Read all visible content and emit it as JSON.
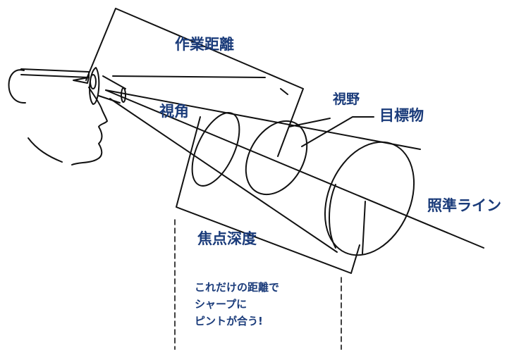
{
  "labels": {
    "working_distance": "作業距離",
    "field_of_view": "視野",
    "view_angle": "視角",
    "target": "目標物",
    "sight_line": "照準ライン",
    "depth_of_focus": "焦点深度"
  },
  "note": {
    "line1": "これだけの距離で",
    "line2": "シャープに",
    "line3": "ピントが合う!"
  },
  "colors": {
    "label_text": "#1a3b7a",
    "line": "#111111"
  }
}
